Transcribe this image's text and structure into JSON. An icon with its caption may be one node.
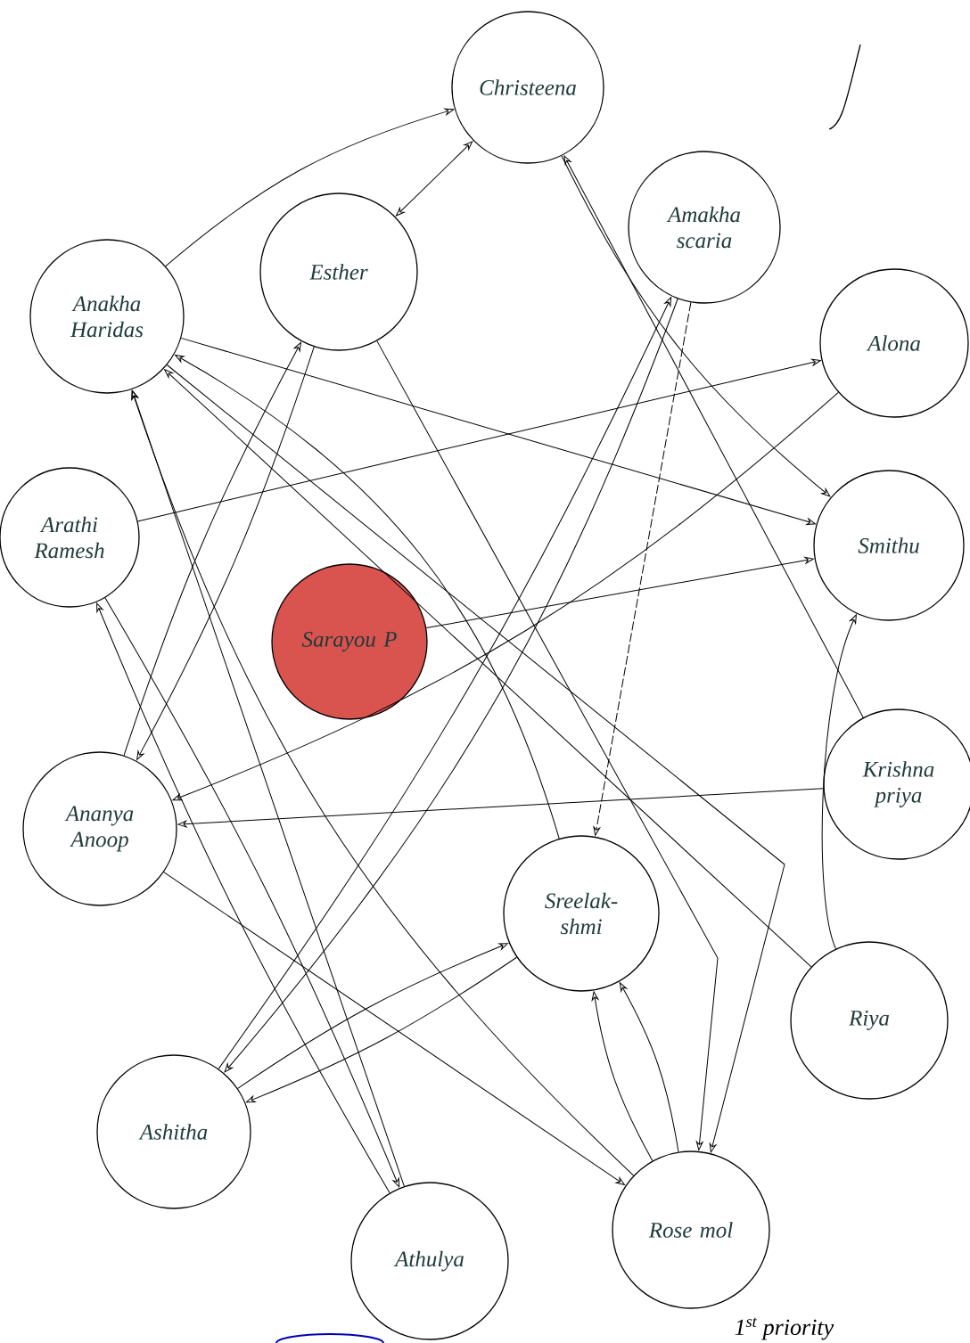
{
  "diagram": {
    "nodes": [
      {
        "text": [
          "Christeena"
        ]
      },
      {
        "text": [
          "Esther"
        ]
      },
      {
        "text": [
          "Amakha scaria"
        ]
      },
      {
        "text": [
          "Anakha Haridas"
        ]
      },
      {
        "text": [
          "Alona"
        ]
      },
      {
        "text": [
          "Arathi Ramesh"
        ]
      },
      {
        "text": [
          "Sarayou P"
        ]
      },
      {
        "text": [
          "Smithu"
        ]
      },
      {
        "text": [
          "Krishna priya"
        ]
      },
      {
        "text": [
          "Ananya Anoop"
        ]
      },
      {
        "text": [
          "Sreelak- shmi"
        ]
      },
      {
        "text": [
          "Riya"
        ]
      },
      {
        "text": [
          "Ashitha"
        ]
      },
      {
        "text": [
          "Athulya"
        ]
      },
      {
        "text": [
          "Rose mol"
        ]
      }
    ],
    "edges": [
      {
        "from": 3,
        "to": 0,
        "arrow": "to"
      },
      {
        "from": 0,
        "to": 1,
        "arrow": "both"
      },
      {
        "from": 3,
        "to": 7,
        "arrow": "to"
      },
      {
        "from": 5,
        "to": 4,
        "arrow": "to"
      },
      {
        "from": 6,
        "to": 7,
        "arrow": "to"
      },
      {
        "from": 4,
        "to": 9,
        "arrow": "to"
      },
      {
        "from": 8,
        "to": 9,
        "arrow": "to"
      },
      {
        "from": 8,
        "to": 0,
        "arrow": "to"
      },
      {
        "from": 0,
        "to": 7,
        "arrow": "to"
      },
      {
        "from": 11,
        "to": 3,
        "arrow": "to"
      },
      {
        "from": 11,
        "to": 7,
        "arrow": "to"
      },
      {
        "from": 2,
        "to": 10,
        "arrow": "to",
        "style": "dashed"
      },
      {
        "from": 2,
        "to": 12,
        "arrow": "to"
      },
      {
        "from": 12,
        "to": 2,
        "arrow": "to"
      },
      {
        "from": 10,
        "to": 12,
        "arrow": "to"
      },
      {
        "from": 12,
        "to": 10,
        "arrow": "to"
      },
      {
        "from": 13,
        "to": 5,
        "arrow": "to"
      },
      {
        "from": 5,
        "to": 13,
        "arrow": "to"
      },
      {
        "from": 13,
        "to": 3,
        "arrow": "to"
      },
      {
        "from": 10,
        "to": 3,
        "arrow": "to"
      },
      {
        "from": 14,
        "to": 3,
        "arrow": "to"
      },
      {
        "from": 1,
        "to": 9,
        "arrow": "to"
      },
      {
        "from": 9,
        "to": 1,
        "arrow": "to"
      },
      {
        "from": 1,
        "to": 14,
        "arrow": "to"
      },
      {
        "from": 9,
        "to": 14,
        "arrow": "to"
      },
      {
        "from": 14,
        "to": 10,
        "arrow": "to"
      },
      {
        "from": 14,
        "to": 10,
        "arrow": "to"
      },
      {
        "from": 3,
        "to": 14,
        "arrow": "to"
      }
    ],
    "labels": [
      "1$^{st}$ priority"
    ]
  }
}
